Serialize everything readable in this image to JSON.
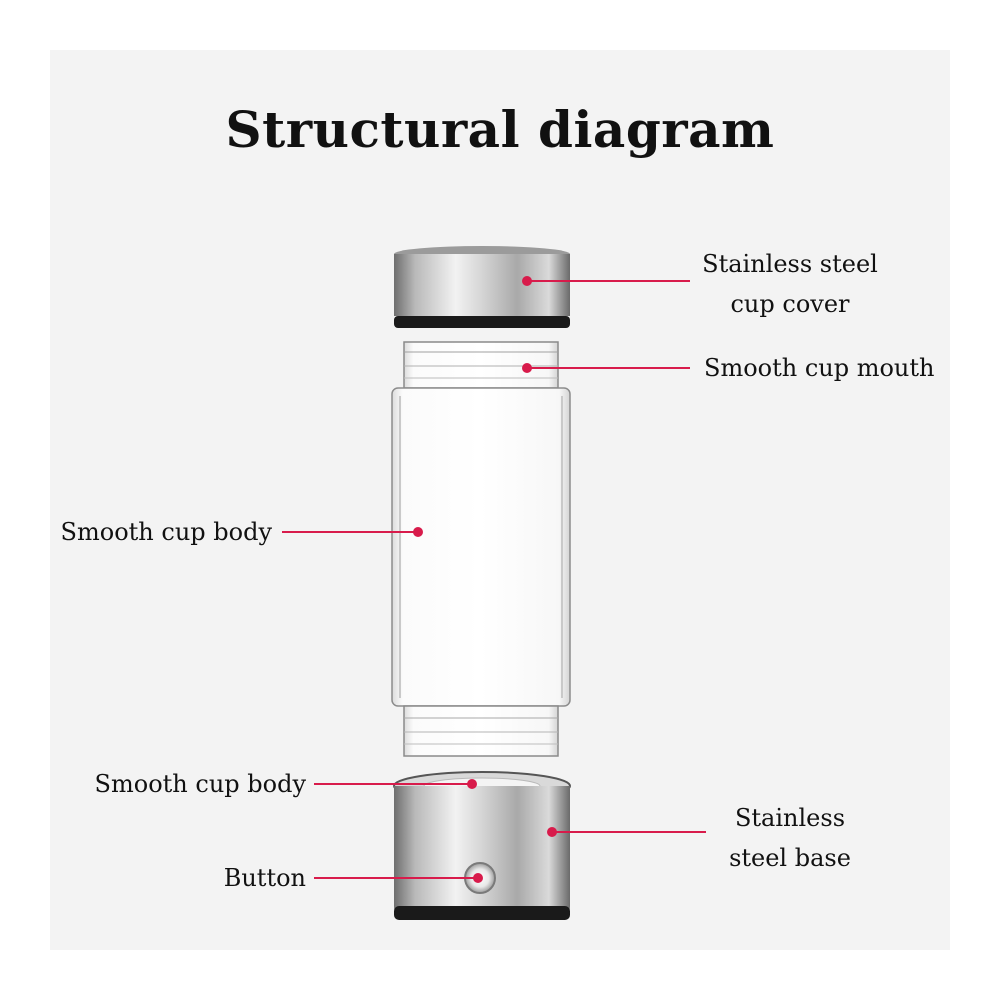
{
  "title": "Structural diagram",
  "colors": {
    "accent": "#d81b4b",
    "background": "#f3f3f3",
    "text": "#111111"
  },
  "labels": {
    "cover": [
      "Stainless steel",
      "cup cover"
    ],
    "mouth": "Smooth cup mouth",
    "body": "Smooth cup body",
    "top_of_base": "Smooth cup body",
    "button": "Button",
    "base": [
      "Stainless",
      "steel base"
    ]
  }
}
